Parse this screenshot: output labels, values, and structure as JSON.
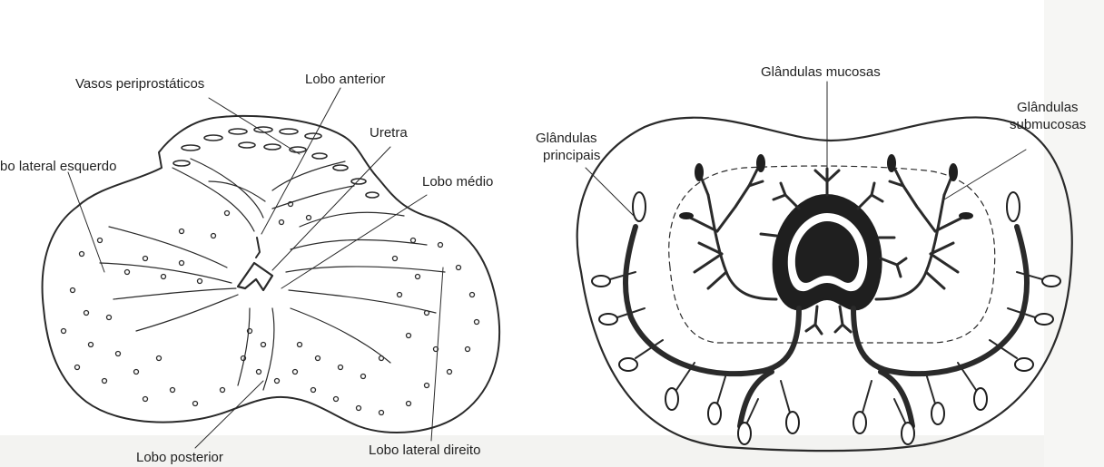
{
  "left_figure": {
    "labels": {
      "vasos": "Vasos periprostáticos",
      "lobo_anterior": "Lobo anterior",
      "uretra": "Uretra",
      "lobo_lateral_esquerdo": "bo lateral esquerdo",
      "lobo_medio": "Lobo médio",
      "lobo_posterior": "Lobo posterior",
      "lobo_lateral_direito": "Lobo lateral direito"
    }
  },
  "right_figure": {
    "labels": {
      "glandulas_mucosas": "Glândulas mucosas",
      "glandulas_principais_1": "Glândulas",
      "glandulas_principais_2": "principais",
      "glandulas_submucosas_1": "Glândulas",
      "glandulas_submucosas_2": "submucosas"
    }
  }
}
